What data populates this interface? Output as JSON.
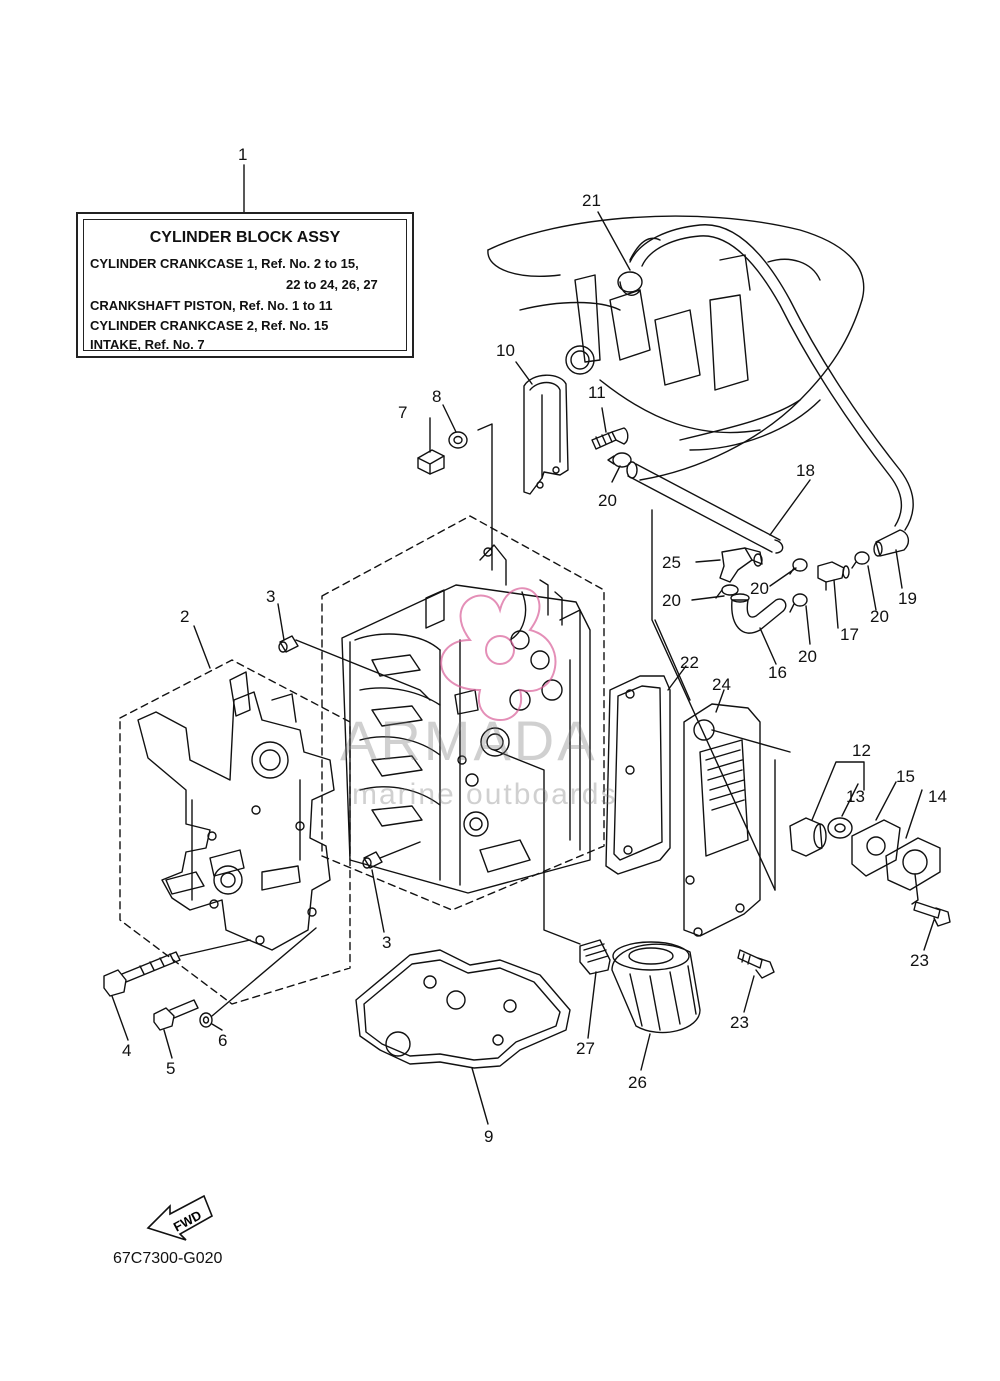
{
  "legend": {
    "title": "CYLINDER BLOCK ASSY",
    "lines": [
      "CYLINDER CRANKCASE 1,  Ref. No. 2 to 15,",
      "22 to 24, 26, 27",
      "CRANKSHAFT PISTON,  Ref. No. 1 to 11",
      "CYLINDER CRANKCASE 2,  Ref. No. 15",
      "INTAKE,  Ref. No. 7"
    ]
  },
  "callouts": {
    "c1": "1",
    "c2": "2",
    "c3a": "3",
    "c3b": "3",
    "c4": "4",
    "c5": "5",
    "c6": "6",
    "c7": "7",
    "c8": "8",
    "c9": "9",
    "c10": "10",
    "c11": "11",
    "c12": "12",
    "c13": "13",
    "c14": "14",
    "c15": "15",
    "c16": "16",
    "c17": "17",
    "c18": "18",
    "c19": "19",
    "c20a": "20",
    "c20b": "20",
    "c20c": "20",
    "c20d": "20",
    "c20e": "20",
    "c21": "21",
    "c22": "22",
    "c23a": "23",
    "c23b": "23",
    "c24": "24",
    "c25": "25",
    "c26": "26",
    "c27": "27"
  },
  "fwd_label": "FWD",
  "diagram_code": "67C7300-G020",
  "watermark": {
    "main": "ARMADA",
    "sub": "marine outboards",
    "accent_color": "#d9609a"
  }
}
